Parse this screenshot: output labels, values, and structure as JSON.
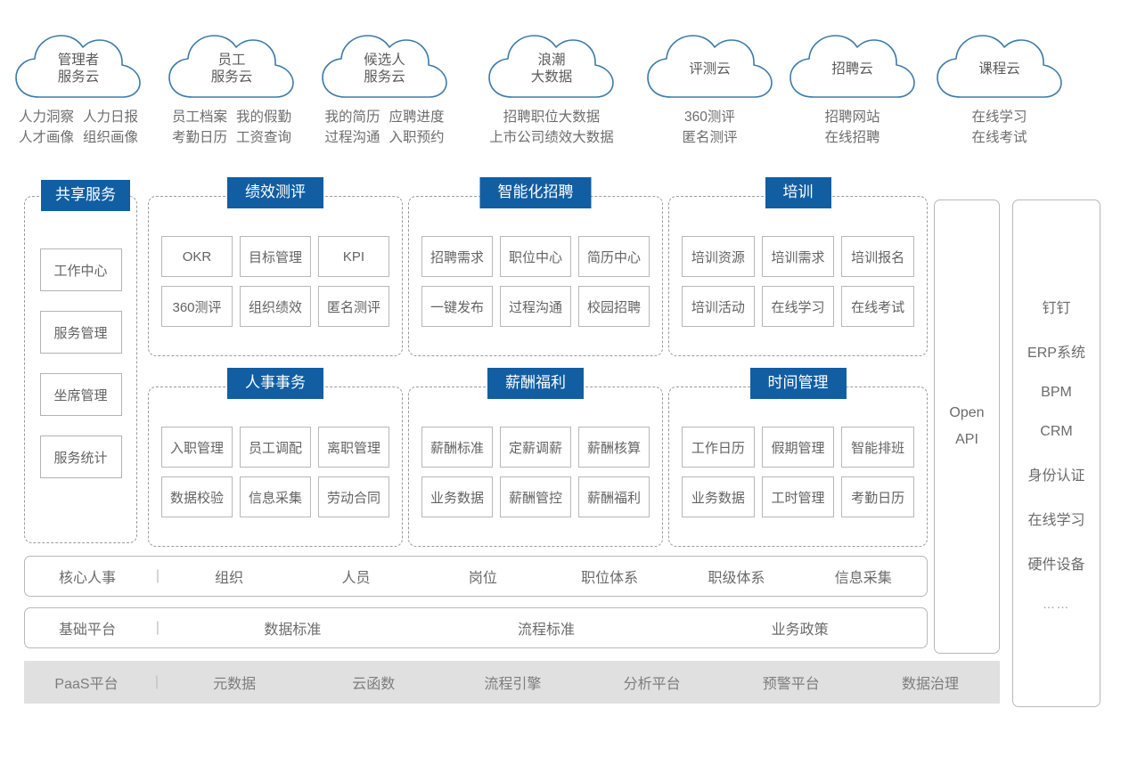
{
  "clouds": [
    {
      "name": "管理者\n服务云",
      "title_lines": [
        "管理者",
        "服务云"
      ],
      "items": [
        [
          "人力洞察",
          "人力日报"
        ],
        [
          "人才画像",
          "组织画像"
        ]
      ]
    },
    {
      "name": "员工服务云",
      "title_lines": [
        "员工",
        "服务云"
      ],
      "items": [
        [
          "员工档案",
          "我的假勤"
        ],
        [
          "考勤日历",
          "工资查询"
        ]
      ]
    },
    {
      "name": "候选人服务云",
      "title_lines": [
        "候选人",
        "服务云"
      ],
      "items": [
        [
          "我的简历",
          "应聘进度"
        ],
        [
          "过程沟通",
          "入职预约"
        ]
      ]
    },
    {
      "name": "浪潮大数据",
      "title_lines": [
        "浪潮",
        "大数据"
      ],
      "items": [
        [
          "招聘职位大数据"
        ],
        [
          "上市公司绩效大数据"
        ]
      ]
    },
    {
      "name": "评测云",
      "title_lines": [
        "评测云"
      ],
      "items": [
        [
          "360测评"
        ],
        [
          "匿名测评"
        ]
      ]
    },
    {
      "name": "招聘云",
      "title_lines": [
        "招聘云"
      ],
      "items": [
        [
          "招聘网站"
        ],
        [
          "在线招聘"
        ]
      ]
    },
    {
      "name": "课程云",
      "title_lines": [
        "课程云"
      ],
      "items": [
        [
          "在线学习"
        ],
        [
          "在线考试"
        ]
      ]
    }
  ],
  "shared_services": {
    "title": "共享服务",
    "items": [
      "工作中心",
      "服务管理",
      "坐席管理",
      "服务统计"
    ]
  },
  "panels": [
    {
      "title": "绩效测评",
      "tiles": [
        "OKR",
        "目标管理",
        "KPI",
        "360测评",
        "组织绩效",
        "匿名测评"
      ]
    },
    {
      "title": "智能化招聘",
      "tiles": [
        "招聘需求",
        "职位中心",
        "简历中心",
        "一键发布",
        "过程沟通",
        "校园招聘"
      ]
    },
    {
      "title": "培训",
      "tiles": [
        "培训资源",
        "培训需求",
        "培训报名",
        "培训活动",
        "在线学习",
        "在线考试"
      ]
    },
    {
      "title": "人事事务",
      "tiles": [
        "入职管理",
        "员工调配",
        "离职管理",
        "数据校验",
        "信息采集",
        "劳动合同"
      ]
    },
    {
      "title": "薪酬福利",
      "tiles": [
        "薪酬标准",
        "定薪调薪",
        "薪酬核算",
        "业务数据",
        "薪酬管控",
        "薪酬福利"
      ]
    },
    {
      "title": "时间管理",
      "tiles": [
        "工作日历",
        "假期管理",
        "智能排班",
        "业务数据",
        "工时管理",
        "考勤日历"
      ]
    }
  ],
  "bars": [
    {
      "lead": "核心人事",
      "separator": "|",
      "cells": [
        "组织",
        "人员",
        "岗位",
        "职位体系",
        "职级体系",
        "信息采集"
      ]
    },
    {
      "lead": "基础平台",
      "separator": "|",
      "cells": [
        "数据标准",
        "流程标准",
        "业务政策"
      ]
    },
    {
      "lead": "PaaS平台",
      "separator": "|",
      "cells": [
        "元数据",
        "云函数",
        "流程引擎",
        "分析平台",
        "预警平台",
        "数据治理"
      ]
    }
  ],
  "open_api": {
    "line1": "Open",
    "line2": "API"
  },
  "integrations": {
    "items": [
      "钉钉",
      "ERP系统",
      "BPM",
      "CRM",
      "身份认证",
      "在线学习",
      "硬件设备"
    ],
    "ellipsis": "……"
  },
  "colors": {
    "accent_blue": "#115ea3",
    "cloud_stroke": "#3d7ba8",
    "box_border": "#b8b8b8",
    "dashed_border": "#9b9b9b",
    "paas_bg": "#e0e0e0",
    "text": "#6b6b6b"
  }
}
